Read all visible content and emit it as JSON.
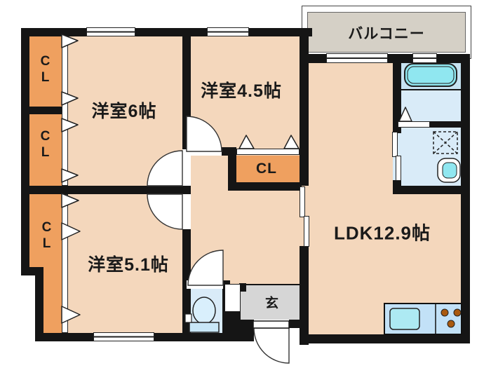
{
  "plan_title": "apartment-floor-plan",
  "labels": {
    "balcony": "バルコニー",
    "room6": "洋室6帖",
    "room45": "洋室4.5帖",
    "room51": "洋室5.1帖",
    "ldk": "LDK12.9帖",
    "cl_upper_left": "CL",
    "cl_mid_left": "CL",
    "cl_lower_left": "CL",
    "cl_hall": "CL",
    "genkan": "玄"
  },
  "colors": {
    "wall": "#151515",
    "room_floor": "#F4D7BC",
    "closet": "#EFA05F",
    "balcony": "#D5D0C6",
    "genkan": "#D6D6D6",
    "wet_room": "#D9EBF8",
    "bathtub": "#90E7F0",
    "kitchen_counter": "#C2E1F7",
    "sink": "#ADEAF3",
    "burner": "#A9590F"
  }
}
